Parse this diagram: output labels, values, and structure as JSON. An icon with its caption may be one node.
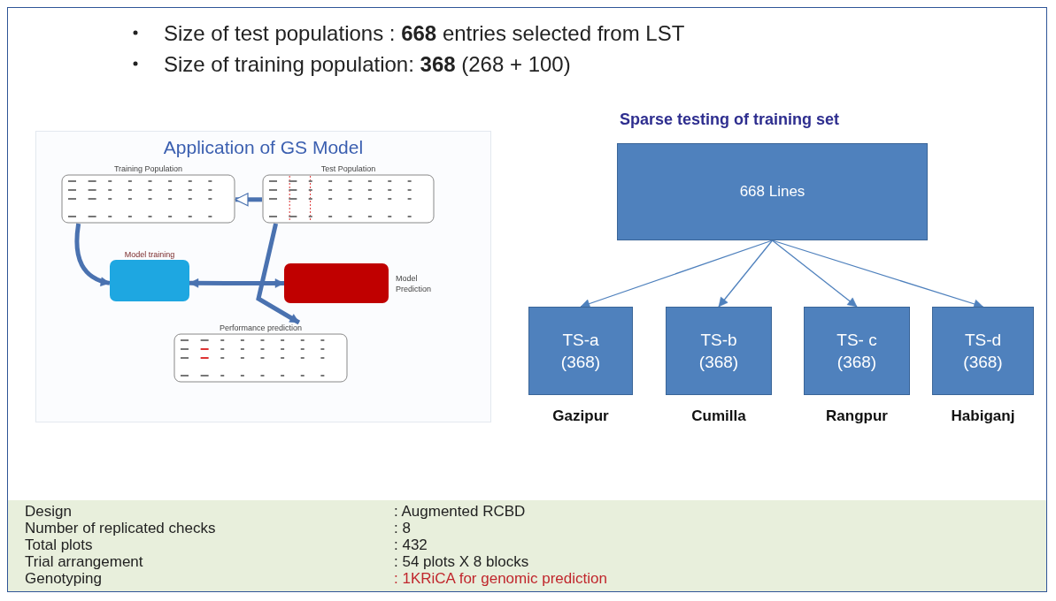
{
  "diagram": {
    "nodes": [
      {
        "text": [
          "Application of GS Model"
        ]
      },
      {
        "text": [
          "Training Population"
        ],
        "in": 0
      },
      {
        "text": [
          "Test Population"
        ],
        "in": 0
      },
      {
        "text": [
          "Model training"
        ],
        "in": 0
      },
      {
        "text": [],
        "shape": "box",
        "beside": [
          "Model Prediction"
        ],
        "in": 0
      },
      {
        "text": [
          "Performance prediction"
        ],
        "in": 0
      },
      {
        "text": [
          "668 Lines"
        ]
      },
      {
        "text": [
          "TS-a (368)"
        ],
        "beside": [
          "Gazipur"
        ]
      },
      {
        "text": [
          "TS-b (368)"
        ],
        "beside": [
          "Cumilla"
        ]
      },
      {
        "text": [
          "TS- c (368)"
        ],
        "beside": [
          "Rangpur"
        ]
      },
      {
        "text": [
          "TS-d (368)"
        ],
        "beside": [
          "Habiganj"
        ]
      }
    ],
    "edges": [
      {
        "from": 2,
        "to": 1,
        "arrow": "to",
        "style": "thick"
      },
      {
        "from": 1,
        "to": 3,
        "arrow": "to",
        "style": "thick"
      },
      {
        "from": 3,
        "to": 4,
        "arrow": "both",
        "style": "thick"
      },
      {
        "from": 2,
        "to": 5,
        "arrow": "to",
        "style": "thick"
      },
      {
        "from": 6,
        "to": 7,
        "arrow": "to"
      },
      {
        "from": 6,
        "to": 8,
        "arrow": "to"
      },
      {
        "from": 6,
        "to": 9,
        "arrow": "to"
      },
      {
        "from": 6,
        "to": 10,
        "arrow": "to"
      }
    ],
    "labels": [
      "Size of test populations : **668** entries selected from LST",
      "Size of training population: **368** (268 + 100)",
      "Sparse testing of training set",
      "Design",
      ": Augmented RCBD",
      "Number of replicated checks",
      ": 8",
      "Total plots",
      ": 432",
      "Trial arrangement",
      ": 54 plots X 8 blocks",
      "Genotyping",
      ": 1KRiCA for genomic prediction"
    ]
  }
}
